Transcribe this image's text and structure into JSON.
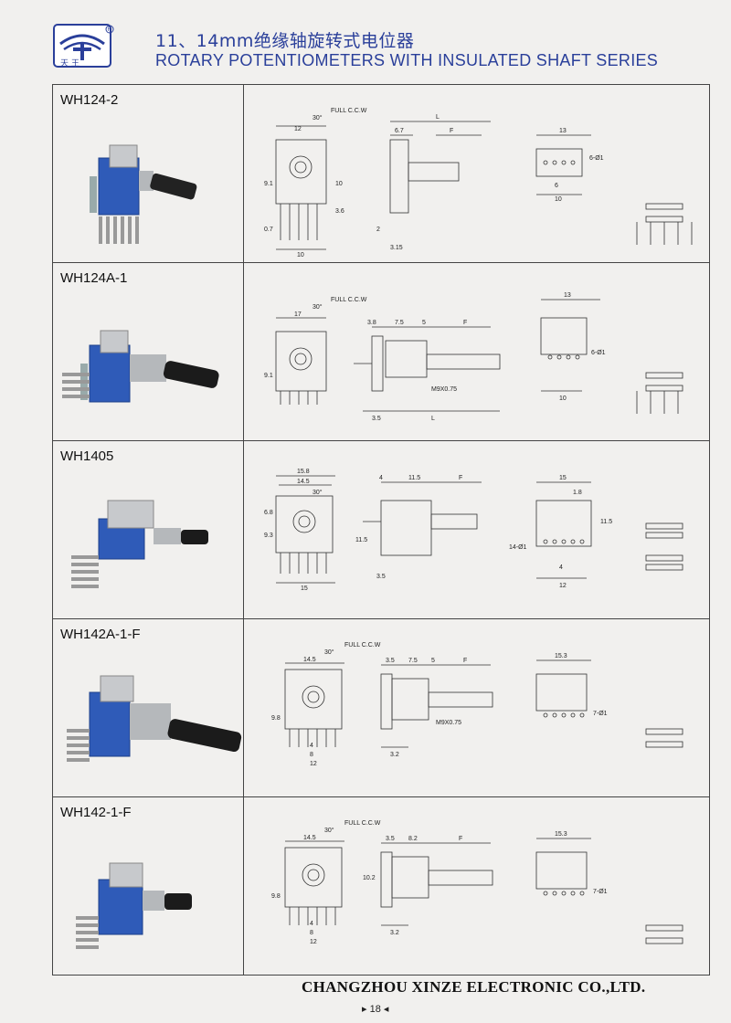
{
  "header": {
    "title_cn": "11、14mm绝缘轴旋转式电位器",
    "title_en": "ROTARY POTENTIOMETERS WITH INSULATED SHAFT SERIES",
    "logo_text": "天 王",
    "brand_color": "#2a3f9a"
  },
  "rows": [
    {
      "model": "WH124-2",
      "dims": {
        "a": "30°",
        "b": "FULL C.C.W",
        "c": "12",
        "d": "6.7",
        "e": "L",
        "f": "F",
        "g": "9.1",
        "h": "10",
        "i": "3.6",
        "j": "0.7",
        "k": "10",
        "l": "2",
        "m": "3.15",
        "n": "13",
        "o": "6-Ø1",
        "p": "6",
        "q": "10"
      }
    },
    {
      "model": "WH124A-1",
      "dims": {
        "a": "30°",
        "b": "FULL C.C.W",
        "c": "17",
        "d": "3.8",
        "e": "7.5",
        "f": "5",
        "g": "F",
        "h": "M9X0.75",
        "i": "3.5",
        "j": "L",
        "k": "13",
        "l": "6-Ø1",
        "m": "10",
        "n": "9.1"
      }
    },
    {
      "model": "WH1405",
      "dims": {
        "a": "15.8",
        "b": "14.5",
        "c": "30°",
        "d": "4",
        "e": "11.5",
        "f": "F",
        "g": "6.8",
        "h": "9.3",
        "i": "11.5",
        "j": "3.5",
        "k": "15",
        "l": "15",
        "m": "1.8",
        "n": "14-Ø1",
        "o": "12",
        "p": "4",
        "q": "11.5"
      }
    },
    {
      "model": "WH142A-1-F",
      "dims": {
        "a": "30°",
        "b": "FULL C.C.W",
        "c": "14.5",
        "d": "3.5",
        "e": "7.5",
        "f": "5",
        "g": "F",
        "h": "M9X0.75",
        "i": "3.2",
        "j": "9.8",
        "k": "15.3",
        "l": "7-Ø1",
        "m": "12",
        "n": "8",
        "o": "4"
      }
    },
    {
      "model": "WH142-1-F",
      "dims": {
        "a": "30°",
        "b": "FULL C.C.W",
        "c": "14.5",
        "d": "3.5",
        "e": "8.2",
        "f": "F",
        "g": "10.2",
        "h": "3.2",
        "i": "9.8",
        "j": "15.3",
        "k": "7-Ø1",
        "l": "12",
        "m": "8",
        "n": "4"
      }
    }
  ],
  "footer": {
    "company": "CHANGZHOU XINZE ELECTRONIC CO.,LTD.",
    "page": "▸ 18 ◂"
  }
}
